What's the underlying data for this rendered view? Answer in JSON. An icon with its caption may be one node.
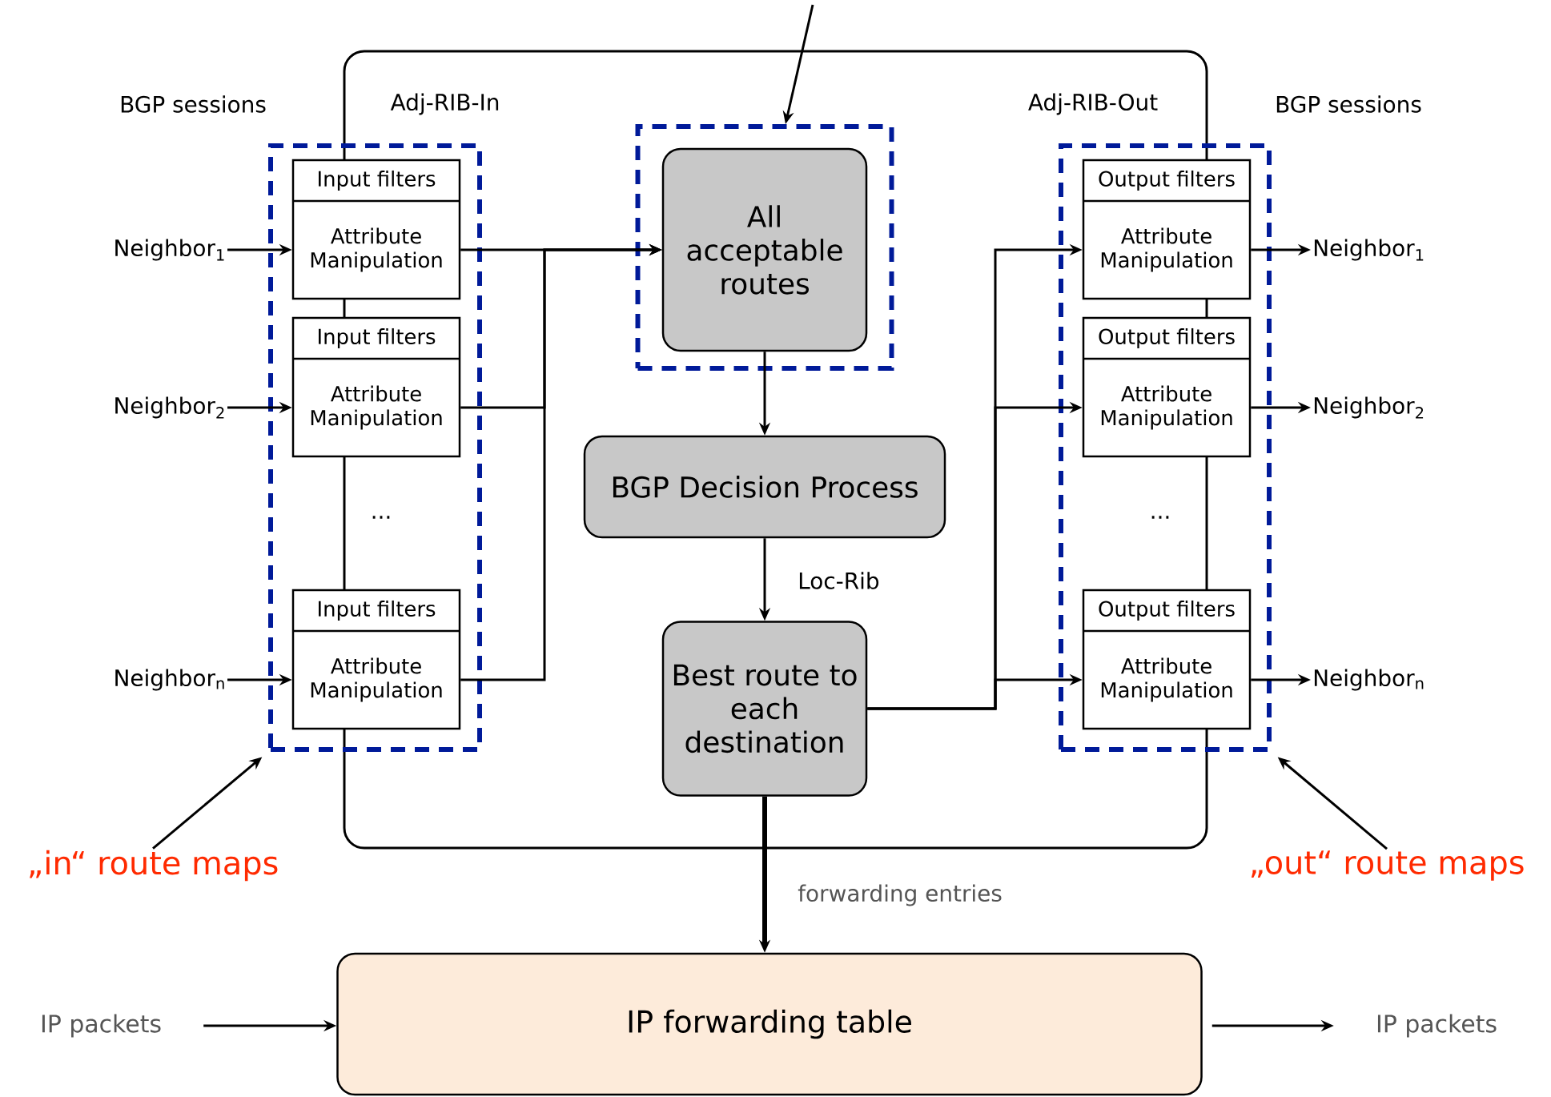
{
  "diagram": {
    "nodes": [
      {
        "text": [],
        "shape": "box"
      },
      {
        "text": [
          "Input filters",
          "Attribute Manipulation"
        ],
        "in": 0
      },
      {
        "text": [
          "Input filters",
          "Attribute Manipulation"
        ],
        "in": 0
      },
      {
        "text": [
          "Input filters",
          "Attribute Manipulation"
        ],
        "in": 0
      },
      {
        "text": [],
        "shape": "box"
      },
      {
        "text": [
          "All acceptable routes"
        ],
        "in": 4
      },
      {
        "text": [],
        "shape": "box"
      },
      {
        "text": [
          "Output filters",
          "Attribute Manipulation"
        ],
        "in": 6
      },
      {
        "text": [
          "Output filters",
          "Attribute Manipulation"
        ],
        "in": 6
      },
      {
        "text": [
          "Output filters",
          "Attribute Manipulation"
        ],
        "in": 6
      },
      {
        "text": [
          "Neighbor$_{1}$"
        ]
      },
      {
        "text": [
          "Neighbor$_{2}$"
        ]
      },
      {
        "text": [
          "Neighbor$_{n}$"
        ]
      },
      {
        "text": [
          "Neighbor$_{1}$"
        ]
      },
      {
        "text": [
          "Neighbor$_{2}$"
        ]
      },
      {
        "text": [
          "Neighbor$_{n}$"
        ]
      },
      {
        "text": [
          "BGP Decision Process"
        ]
      },
      {
        "text": [
          "Best route to each destination"
        ]
      },
      {
        "text": [
          "IP forwarding table"
        ]
      },
      {
        "text": [
          "IP packets"
        ]
      },
      {
        "text": [
          "IP packets"
        ]
      },
      {
        "text": [
          "„in“ route maps"
        ]
      },
      {
        "text": [
          "„out“ route maps"
        ]
      }
    ],
    "edges": [
      {
        "from": 10,
        "to": 1,
        "arrow": "to"
      },
      {
        "from": 11,
        "to": 2,
        "arrow": "to"
      },
      {
        "from": 12,
        "to": 3,
        "arrow": "to"
      },
      {
        "from": 1,
        "to": 5,
        "arrow": "to"
      },
      {
        "from": 2,
        "to": 5,
        "arrow": "to"
      },
      {
        "from": 3,
        "to": 5,
        "arrow": "to"
      },
      {
        "from": 5,
        "to": 16,
        "arrow": "to"
      },
      {
        "from": 16,
        "to": 17,
        "arrow": "to",
        "label": "Loc-Rib"
      },
      {
        "from": 17,
        "to": 18,
        "arrow": "to",
        "label": "forwarding entries",
        "style": "thick"
      },
      {
        "from": 17,
        "to": 7,
        "arrow": "to"
      },
      {
        "from": 17,
        "to": 8,
        "arrow": "to"
      },
      {
        "from": 17,
        "to": 9,
        "arrow": "to"
      },
      {
        "from": 7,
        "to": 13,
        "arrow": "to"
      },
      {
        "from": 8,
        "to": 14,
        "arrow": "to"
      },
      {
        "from": 9,
        "to": 15,
        "arrow": "to"
      },
      {
        "from": 19,
        "to": 18,
        "arrow": "to"
      },
      {
        "from": 18,
        "to": 20,
        "arrow": "to"
      },
      {
        "from": 21,
        "to": 0,
        "arrow": "to"
      },
      {
        "from": 22,
        "to": 6,
        "arrow": "to"
      },
      {
        "from": null,
        "to": 4,
        "arrow": "to"
      }
    ],
    "labels": [
      "BGP sessions",
      "Adj-RIB-In",
      "Adj-RIB-Out",
      "BGP sessions",
      "...",
      "..."
    ]
  }
}
